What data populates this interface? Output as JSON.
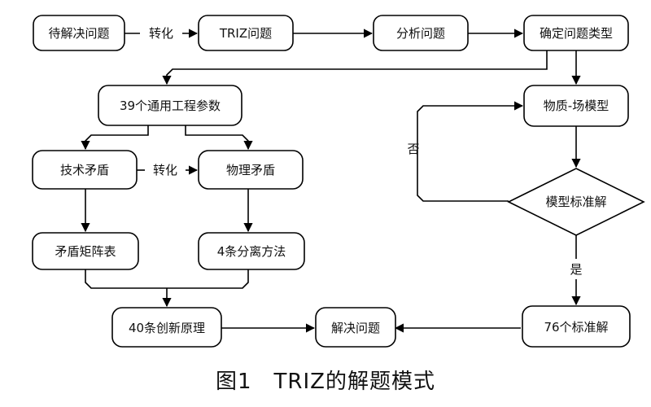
{
  "nodes": {
    "problem": "待解决问题",
    "triz_problem": "TRIZ问题",
    "analyze": "分析问题",
    "determine_type": "确定问题类型",
    "params39": "39个通用工程参数",
    "substance_field": "物质-场模型",
    "tech_conflict": "技术矛盾",
    "phys_conflict": "物理矛盾",
    "standard_decision": "模型标准解",
    "matrix": "矛盾矩阵表",
    "separation4": "4条分离方法",
    "principles40": "40条创新原理",
    "solve": "解决问题",
    "standard76": "76个标准解"
  },
  "edge_labels": {
    "transform_top": "转化",
    "transform_mid": "转化",
    "no": "否",
    "yes": "是"
  },
  "caption": "图1　TRIZ的解题模式",
  "colors": {
    "stroke": "#000000",
    "fill": "#ffffff",
    "text": "#111111"
  }
}
